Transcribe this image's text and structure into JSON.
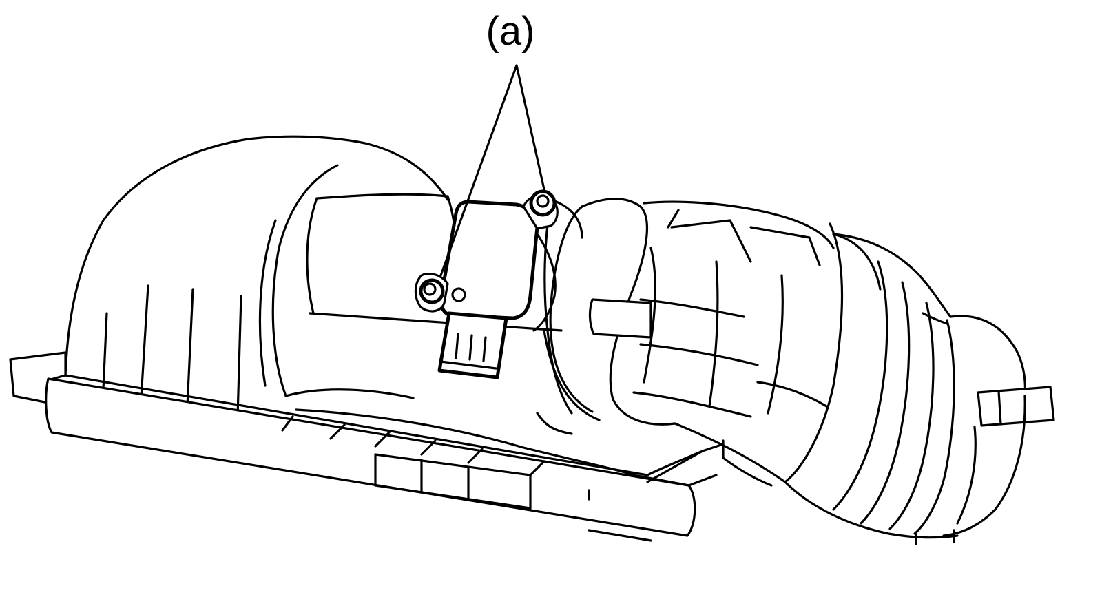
{
  "diagram": {
    "callout_label": "(a)",
    "line_color": "#000000",
    "background_color": "#ffffff",
    "parts": [
      "air-cleaner-case",
      "intake-air-duct",
      "maf-sensor",
      "sensor-mounting-bolt",
      "callout-leader-line"
    ]
  }
}
